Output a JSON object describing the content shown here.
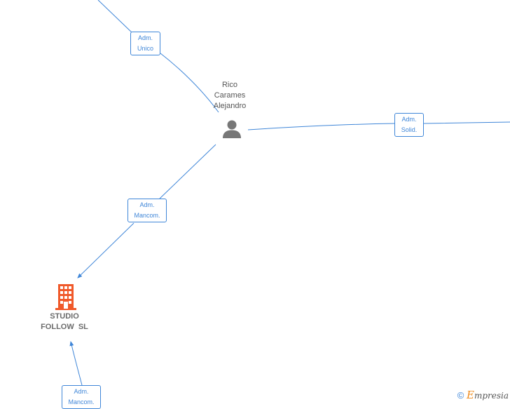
{
  "nodes": {
    "person": {
      "label_lines": [
        "Rico",
        "Carames",
        "Alejandro"
      ],
      "icon": "person-icon",
      "color": "#777777"
    },
    "company": {
      "label_lines": [
        "STUDIO",
        "FOLLOW  SL"
      ],
      "icon": "building-icon",
      "color": "#f0592a"
    }
  },
  "edges": [
    {
      "role_lines": [
        "Adm.",
        "Unico"
      ]
    },
    {
      "role_lines": [
        "Adm.",
        "Solid."
      ]
    },
    {
      "role_lines": [
        "Adm.",
        "Mancom."
      ]
    },
    {
      "role_lines": [
        "Adm.",
        "Mancom."
      ]
    }
  ],
  "footer": {
    "copyright_symbol": "©",
    "brand_initial": "E",
    "brand_rest": "mpresia"
  },
  "colors": {
    "edge": "#3f86d8",
    "label": "#555555"
  }
}
